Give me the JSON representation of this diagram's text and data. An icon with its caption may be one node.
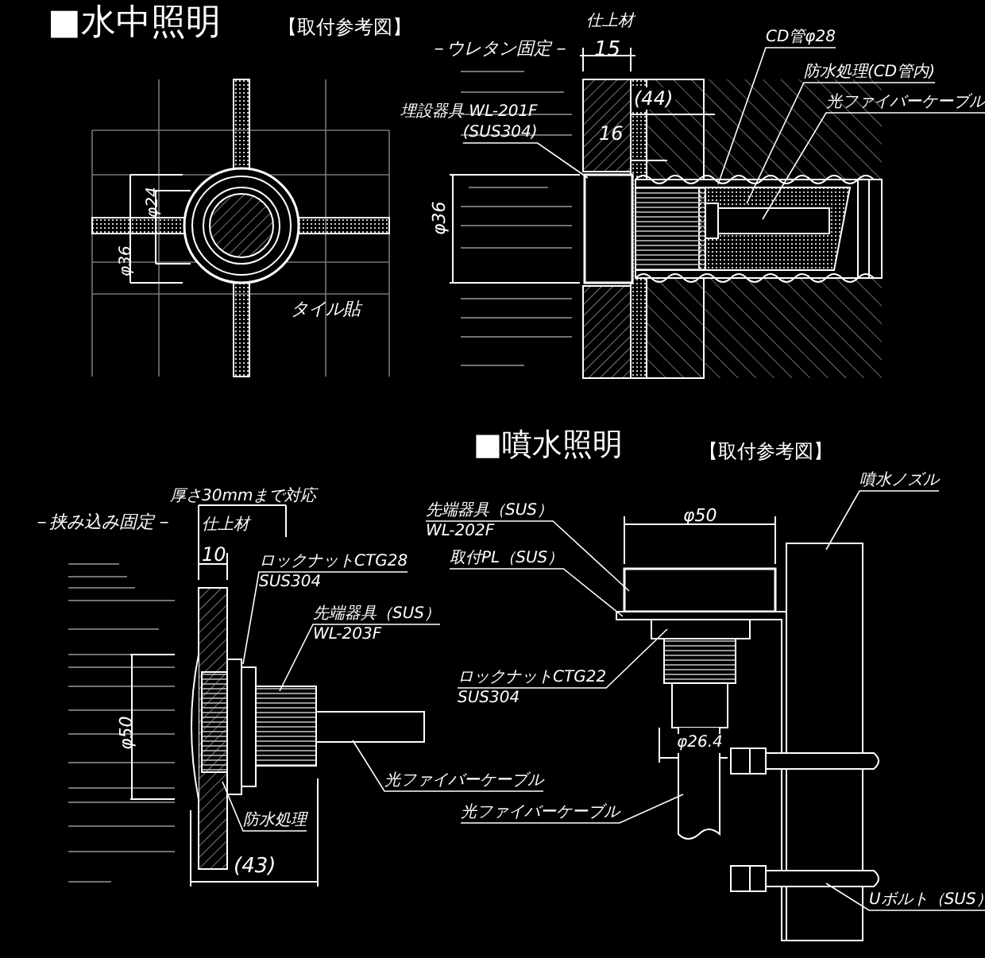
{
  "diagram": {
    "nodes": [
      {
        "text": [
          "埋設器具 WL-201F",
          "(SUS304)"
        ]
      },
      {
        "text": [
          "CD管φ28"
        ]
      },
      {
        "text": [
          "防水処理(CD管内)"
        ]
      },
      {
        "text": [
          "光ファイバーケーブル"
        ]
      },
      {
        "text": [
          "ロックナットCTG28",
          "SUS304"
        ]
      },
      {
        "text": [
          "先端器具（SUS）",
          "WL-203F"
        ]
      },
      {
        "text": [
          "光ファイバーケーブル"
        ]
      },
      {
        "text": [
          "防水処理"
        ]
      },
      {
        "text": [
          "噴水ノズル"
        ]
      },
      {
        "text": [
          "先端器具（SUS）",
          "WL-202F"
        ]
      },
      {
        "text": [
          "取付PL（SUS）"
        ]
      },
      {
        "text": [
          "ロックナットCTG22",
          "SUS304"
        ]
      },
      {
        "text": [
          "光ファイバーケーブル"
        ]
      },
      {
        "text": [
          "Uボルト（SUS）"
        ]
      },
      {
        "text": [],
        "shape": "picture"
      },
      {
        "text": [],
        "shape": "picture"
      },
      {
        "text": [],
        "shape": "picture"
      }
    ],
    "edges": [
      {
        "from": 0,
        "to": 14,
        "arrow": "none"
      },
      {
        "from": 1,
        "to": 14,
        "arrow": "none"
      },
      {
        "from": 2,
        "to": 14,
        "arrow": "none"
      },
      {
        "from": 3,
        "to": 14,
        "arrow": "none"
      },
      {
        "from": 4,
        "to": 15,
        "arrow": "none"
      },
      {
        "from": 5,
        "to": 15,
        "arrow": "none"
      },
      {
        "from": 6,
        "to": 15,
        "arrow": "none"
      },
      {
        "from": 7,
        "to": 15,
        "arrow": "none"
      },
      {
        "from": 8,
        "to": 16,
        "arrow": "none"
      },
      {
        "from": 9,
        "to": 16,
        "arrow": "none"
      },
      {
        "from": 10,
        "to": 16,
        "arrow": "none"
      },
      {
        "from": 11,
        "to": 16,
        "arrow": "none"
      },
      {
        "from": 12,
        "to": 16,
        "arrow": "none"
      },
      {
        "from": 13,
        "to": 16,
        "arrow": "none"
      }
    ],
    "labels": [
      "■水中照明",
      "【取付参考図】",
      "仕上材",
      "－ウレタン固定－",
      "15",
      "(44)",
      "16",
      "φ24",
      "φ36",
      "φ36",
      "タイル貼",
      "■噴水照明",
      "【取付参考図】",
      "厚さ30mmまで対応",
      "－挟み込み固定－",
      "仕上材",
      "φ50",
      "10",
      "φ50",
      "φ26.4",
      "(43)"
    ]
  }
}
